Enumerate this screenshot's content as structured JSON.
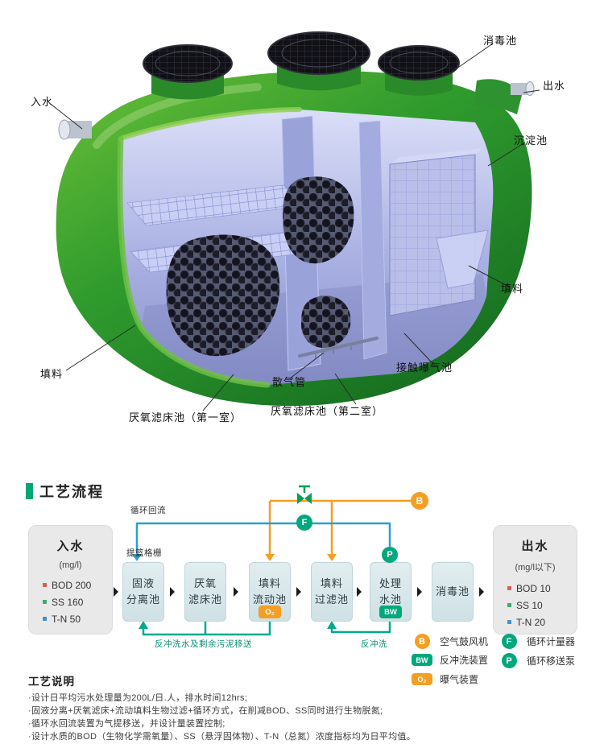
{
  "illustration": {
    "labels": {
      "inlet": "入水",
      "disinfection_tank": "消毒池",
      "outlet": "出水",
      "sedimentation_tank": "沉淀池",
      "media_right": "填料",
      "contact_aeration_tank": "接触曝气池",
      "air_diffuser": "散气管",
      "media_left": "填料",
      "anaerobic_chamber_1": "厌氧滤床池（第一室）",
      "anaerobic_chamber_2": "厌氧滤床池（第二室）"
    }
  },
  "process": {
    "title": "工艺流程",
    "labels": {
      "circulation": "循环回流",
      "basket_screen": "提篮格栅",
      "sludge_return": "反冲洗水及剩余污泥移送",
      "backwash": "反冲洗"
    },
    "inflow": {
      "title": "入水",
      "unit": "(mg/l)",
      "items": [
        "BOD 200",
        "SS 160",
        "T-N 50"
      ]
    },
    "outflow": {
      "title": "出水",
      "unit": "(mg/l以下)",
      "items": [
        "BOD 10",
        "SS 10",
        "T-N 20"
      ]
    },
    "stages": [
      {
        "name": "固液\n分离池"
      },
      {
        "name": "厌氧\n滤床池"
      },
      {
        "name": "填料\n流动池"
      },
      {
        "name": "填料\n过滤池"
      },
      {
        "name": "处理\n水池"
      },
      {
        "name": "消毒池"
      }
    ],
    "badges": {
      "blower": "B",
      "flow_meter": "F",
      "pump": "P",
      "backwash": "BW",
      "aeration": "O₂"
    },
    "legend": [
      {
        "badge": "B",
        "label": "空气鼓风机"
      },
      {
        "badge": "F",
        "label": "循环计量器"
      },
      {
        "badge": "BW",
        "label": "反冲洗装置"
      },
      {
        "badge": "P",
        "label": "循环移送泵"
      },
      {
        "badge": "O₂",
        "label": "曝气装置"
      }
    ],
    "colors": {
      "blue": "#2b9fd0",
      "orange": "#f59e23",
      "green": "#00a98f",
      "accent": "#00a676"
    }
  },
  "notes": {
    "title": "工艺说明",
    "items": [
      "·设计日平均污水处理量为200L/日.人，排水时间12hrs;",
      "·固液分离+厌氧滤床+流动填料生物过滤+循环方式，在削减BOD、SS同时进行生物脱氮;",
      "·循环水回流装置为气提移送，并设计量装置控制;",
      "·设计水质的BOD（生物化学需氧量）、SS（悬浮固体物）、T-N（总氮）浓度指标均为日平均值。"
    ]
  }
}
